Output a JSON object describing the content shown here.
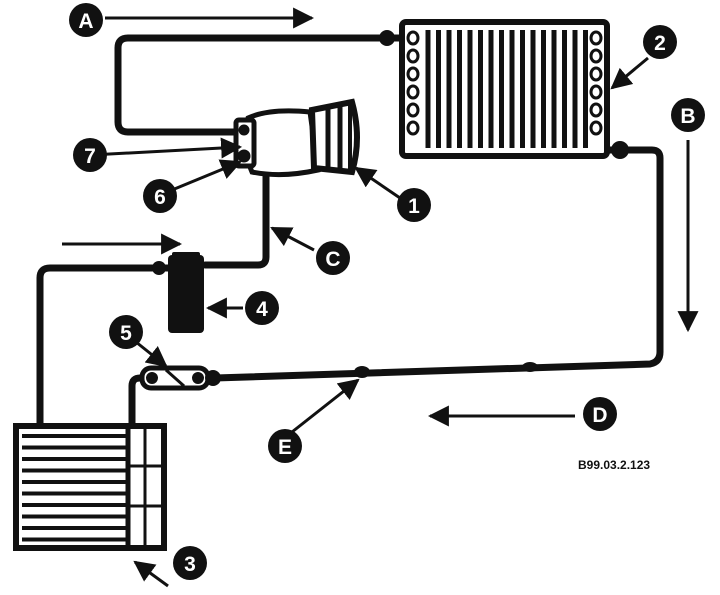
{
  "diagram": {
    "reference_code": "B99.03.2.123",
    "colors": {
      "line": "#111111",
      "background": "#ffffff",
      "callout_fill": "#111111",
      "callout_text": "#ffffff"
    },
    "callouts": {
      "c1": "1",
      "c2": "2",
      "c3": "3",
      "c4": "4",
      "c5": "5",
      "c6": "6",
      "c7": "7",
      "cA": "A",
      "cB": "B",
      "cC": "C",
      "cD": "D",
      "cE": "E"
    }
  }
}
